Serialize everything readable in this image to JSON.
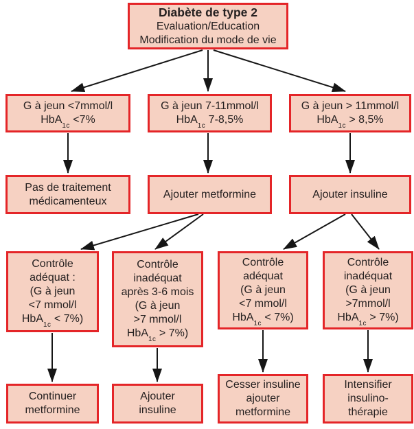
{
  "palette": {
    "box_fill": "#f6d1c2",
    "box_border": "#e42528",
    "text": "#252020",
    "arrow": "#161616",
    "background": "#ffffff"
  },
  "nodes": {
    "root": {
      "title": "Diabète de type 2",
      "line1": "Evaluation/Education",
      "line2": "Modification du mode de vie"
    },
    "g1": {
      "line1": "G à jeun <7mmol/l",
      "hba_pre": "HbA",
      "hba_sub": "1c",
      "hba_post": " <7%"
    },
    "g2": {
      "line1": "G à jeun 7-11mmol/l",
      "hba_pre": "HbA",
      "hba_sub": "1c",
      "hba_post": " 7-8,5%"
    },
    "g3": {
      "line1": "G à jeun > 11mmol/l",
      "hba_pre": "HbA",
      "hba_sub": "1c",
      "hba_post": " > 8,5%"
    },
    "t1": {
      "line1": "Pas de traitement",
      "line2": "médicamenteux"
    },
    "t2": {
      "line1": "Ajouter metformine"
    },
    "t3": {
      "line1": "Ajouter insuline"
    },
    "c1": {
      "line1": "Contrôle",
      "line2": "adéquat :",
      "line3": "(G à jeun",
      "line4": "<7 mmol/l",
      "hba_pre": "HbA",
      "hba_sub": "1c",
      "hba_post": " < 7%)"
    },
    "c2": {
      "line1": "Contrôle",
      "line2": "inadéquat",
      "line3": "après 3-6 mois",
      "line4": "(G à jeun",
      "line5": ">7 mmol/l",
      "hba_pre": "HbA",
      "hba_sub": "1c",
      "hba_post": " > 7%)"
    },
    "c3": {
      "line1": "Contrôle",
      "line2": "adéquat",
      "line3": "(G à jeun",
      "line4": "<7 mmol/l",
      "hba_pre": "HbA",
      "hba_sub": "1c",
      "hba_post": " < 7%)"
    },
    "c4": {
      "line1": "Contrôle",
      "line2": "inadéquat",
      "line3": "(G à jeun",
      "line4": ">7mmol/l",
      "hba_pre": "HbA",
      "hba_sub": "1c",
      "hba_post": " > 7%)"
    },
    "a1": {
      "line1": "Continuer",
      "line2": "metformine"
    },
    "a2": {
      "line1": "Ajouter",
      "line2": "insuline"
    },
    "a3": {
      "line1": "Cesser insuline",
      "line2": "ajouter",
      "line3": "metformine"
    },
    "a4": {
      "line1": "Intensifier",
      "line2": "insulino-",
      "line3": "thérapie"
    }
  }
}
